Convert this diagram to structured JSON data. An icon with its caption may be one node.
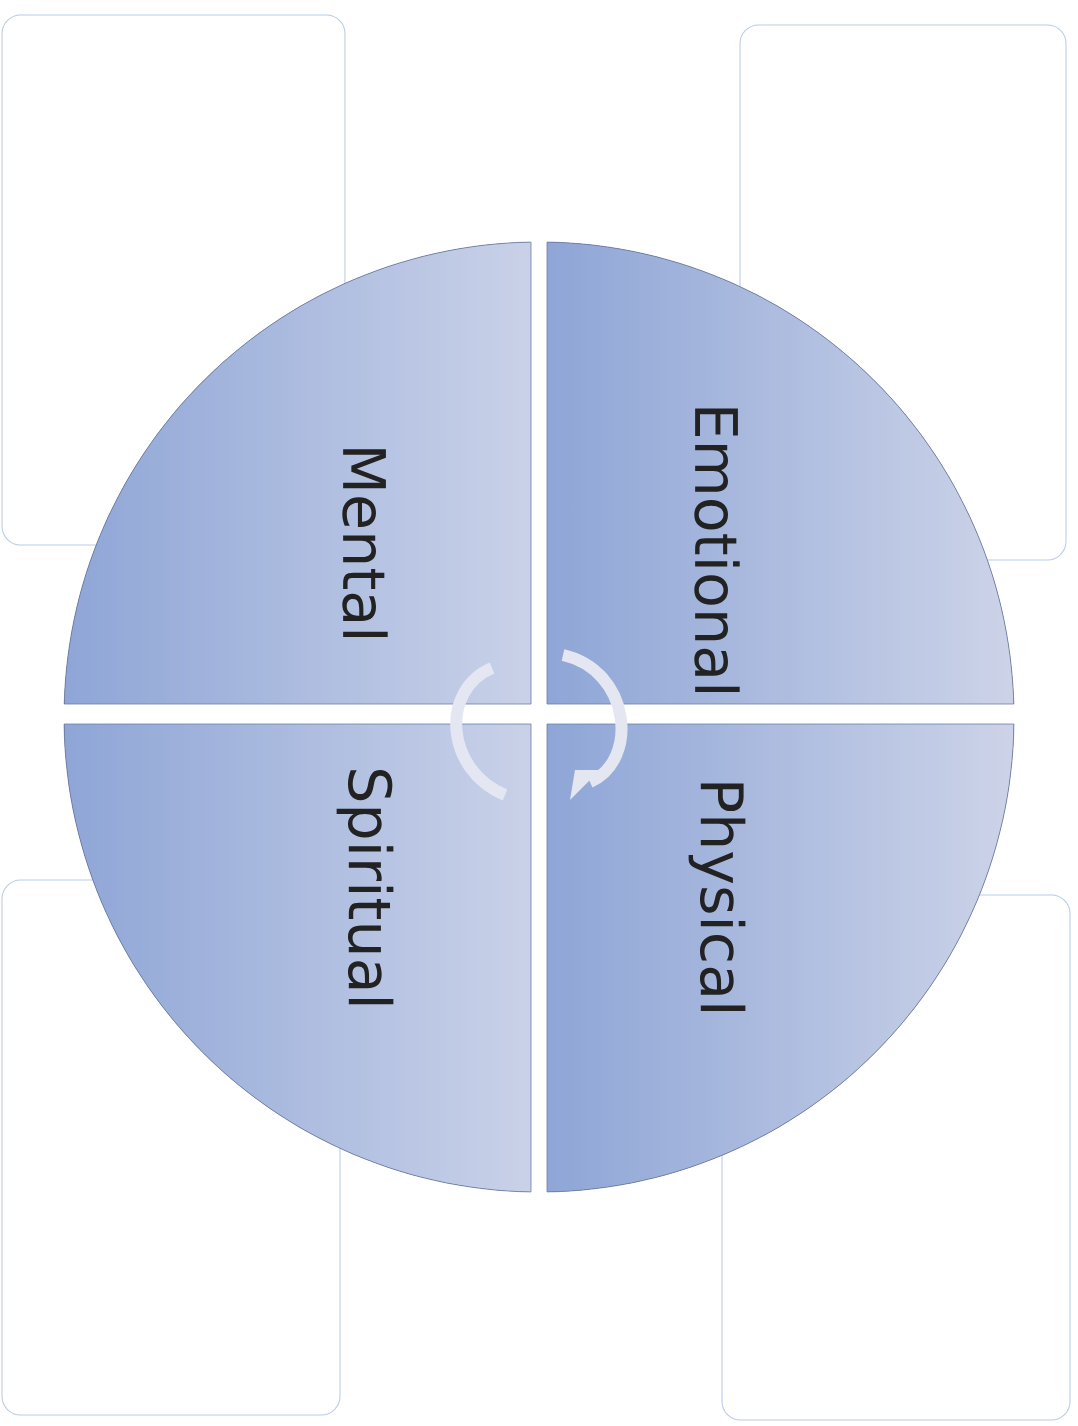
{
  "diagram": {
    "nodes": [
      {
        "text": [],
        "shape": "box"
      },
      {
        "text": [],
        "shape": "box"
      },
      {
        "text": [],
        "shape": "box"
      },
      {
        "text": [],
        "shape": "box"
      },
      {
        "text": [
          "Mental"
        ]
      },
      {
        "text": [
          "Emotional"
        ]
      },
      {
        "text": [
          "Spiritual"
        ]
      },
      {
        "text": [
          "Physical"
        ]
      }
    ]
  }
}
